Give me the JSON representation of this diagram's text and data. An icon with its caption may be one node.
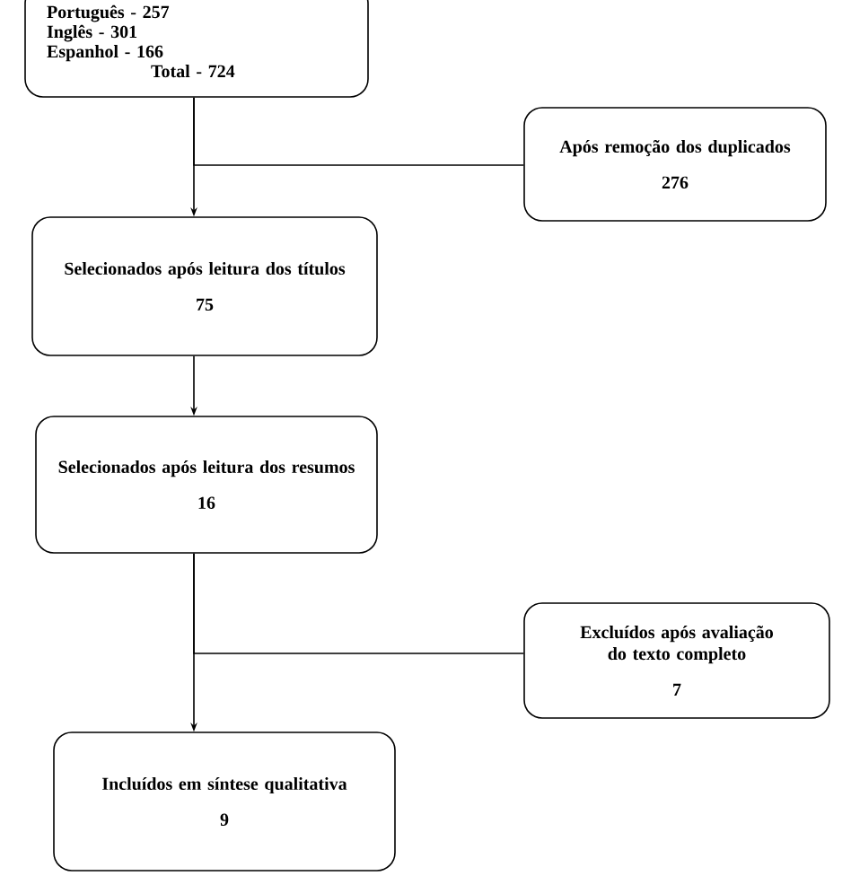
{
  "diagram": {
    "nodes": [
      {
        "text": [
          "Português - 257",
          "Inglês - 301",
          "Espanhol - 166",
          "Total - 724"
        ]
      },
      {
        "text": [
          "Após remoção dos duplicados",
          "276"
        ]
      },
      {
        "text": [
          "Selecionados após leitura dos títulos",
          "75"
        ]
      },
      {
        "text": [
          "Selecionados após leitura dos resumos",
          "16"
        ]
      },
      {
        "text": [
          "Excluídos após avaliação do texto completo",
          "7"
        ]
      },
      {
        "text": [
          "Incluídos em síntese qualitativa",
          "9"
        ]
      }
    ],
    "edges": [
      {
        "from": 0,
        "to": 2,
        "arrow": "to"
      },
      {
        "from": 0,
        "to": 1,
        "arrow": "none"
      },
      {
        "from": 2,
        "to": 3,
        "arrow": "to"
      },
      {
        "from": 3,
        "to": 5,
        "arrow": "to"
      },
      {
        "from": 3,
        "to": 4,
        "arrow": "none"
      }
    ]
  }
}
